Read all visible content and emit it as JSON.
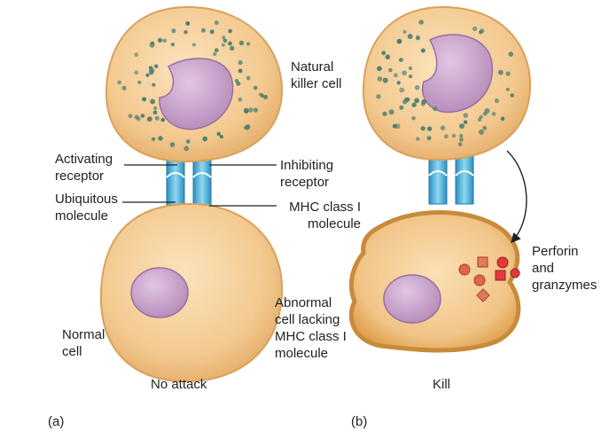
{
  "labels": {
    "natural_killer_cell": [
      "Natural",
      "killer cell"
    ],
    "activating_receptor": [
      "Activating",
      "receptor"
    ],
    "inhibiting_receptor": [
      "Inhibiting",
      "receptor"
    ],
    "ubiquitous_molecule": [
      "Ubiquitous",
      "molecule"
    ],
    "mhc_class_i_molecule": [
      "MHC class I",
      "molecule"
    ],
    "normal_cell": [
      "Normal",
      "cell"
    ],
    "abnormal_cell": [
      "Abnormal",
      "cell lacking",
      "MHC class I",
      "molecule"
    ],
    "perforin_granzymes": [
      "Perforin",
      "and",
      "granzymes"
    ],
    "no_attack": "No attack",
    "kill": "Kill",
    "panel_a": "(a)",
    "panel_b": "(b)"
  },
  "colors": {
    "cell_fill": "#f3c98f",
    "cell_edge": "#d9a15c",
    "nucleus_fill": "#c49ac6",
    "nucleus_edge": "#9a6fa0",
    "granule": "#4a7f72",
    "receptor": "#4fb3d9",
    "granzyme": "#e03a3a",
    "perforin": "#e07a5a"
  }
}
